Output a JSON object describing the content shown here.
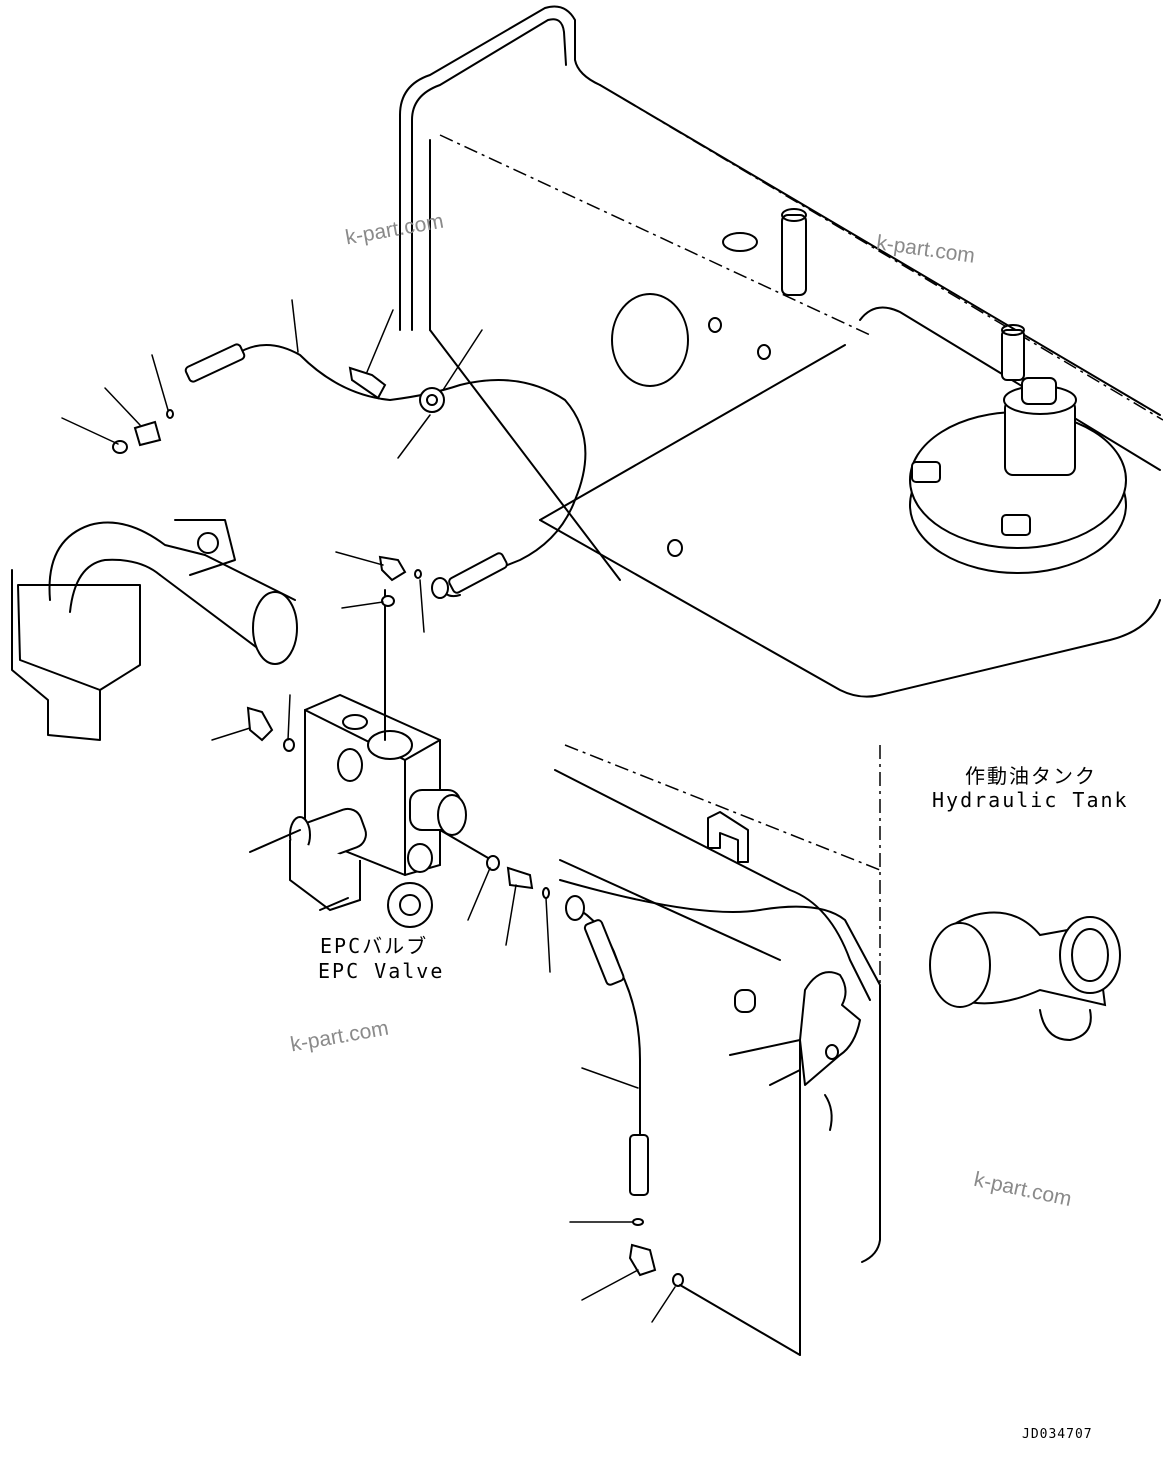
{
  "labels": {
    "epc_valve_jp": "EPCバルブ",
    "epc_valve_en": "EPC Valve",
    "tank_jp": "作動油タンク",
    "tank_en": "Hydraulic Tank"
  },
  "watermark": "k-part.com",
  "drawing_code": "JD034707"
}
